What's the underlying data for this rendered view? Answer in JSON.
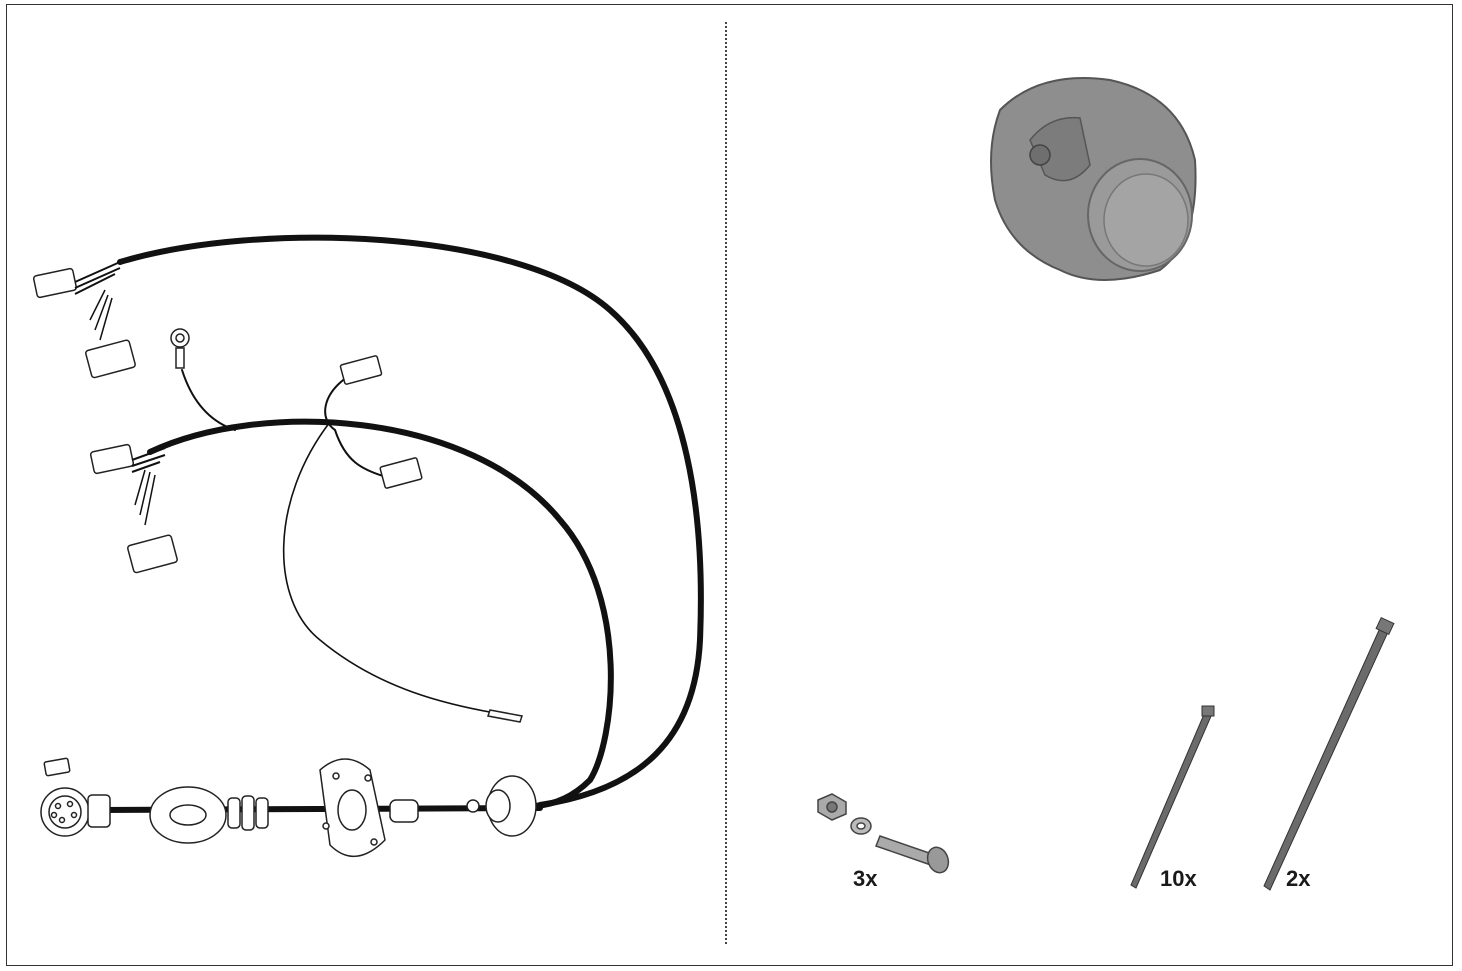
{
  "kit": {
    "panels": [
      {
        "name": "wiring-harness-panel"
      },
      {
        "name": "accessories-panel"
      }
    ],
    "items": {
      "socket": {
        "label": "",
        "color": "#8a8a8a"
      },
      "bolt_set": {
        "quantity": "3x"
      },
      "small_cable_tie": {
        "quantity": "10x"
      },
      "large_cable_tie": {
        "quantity": "2x"
      }
    },
    "colors": {
      "cable": "#111111",
      "outline": "#222222",
      "socket_body": "#8e8e8e",
      "socket_shadow": "#6f6f6f",
      "tie": "#6b6b6b"
    }
  }
}
